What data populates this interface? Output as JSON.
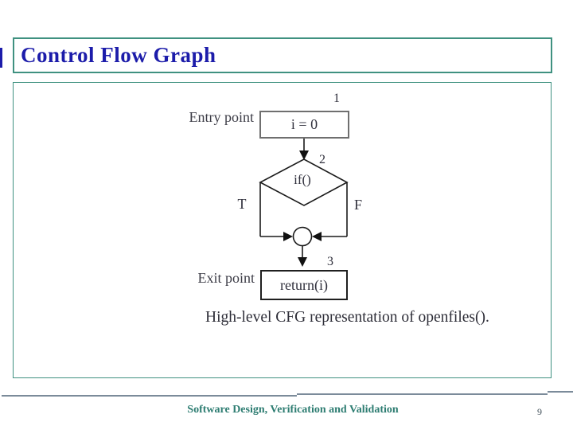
{
  "slide": {
    "title": "Control Flow Graph",
    "footer_text": "Software Design, Verification and Validation",
    "page_number": "9"
  },
  "diagram": {
    "entry_point_label": "Entry point",
    "exit_point_label": "Exit point",
    "nodes": [
      {
        "number": "1",
        "text": "i = 0"
      },
      {
        "number": "2",
        "text": "if()"
      },
      {
        "number": "3",
        "text": "return(i)"
      }
    ],
    "branch_true_label": "T",
    "branch_false_label": "F",
    "caption": "High-level CFG representation of openfiles()."
  },
  "colors": {
    "title_text": "#1c1caa",
    "frame_border": "#3f9180",
    "footer_text": "#2e7d72",
    "footer_line": "#7b8b9a",
    "diagram_ink": "#1a1a1a",
    "entry_box_border": "#6f6f6f",
    "exit_box_border": "#1f1f1f"
  }
}
